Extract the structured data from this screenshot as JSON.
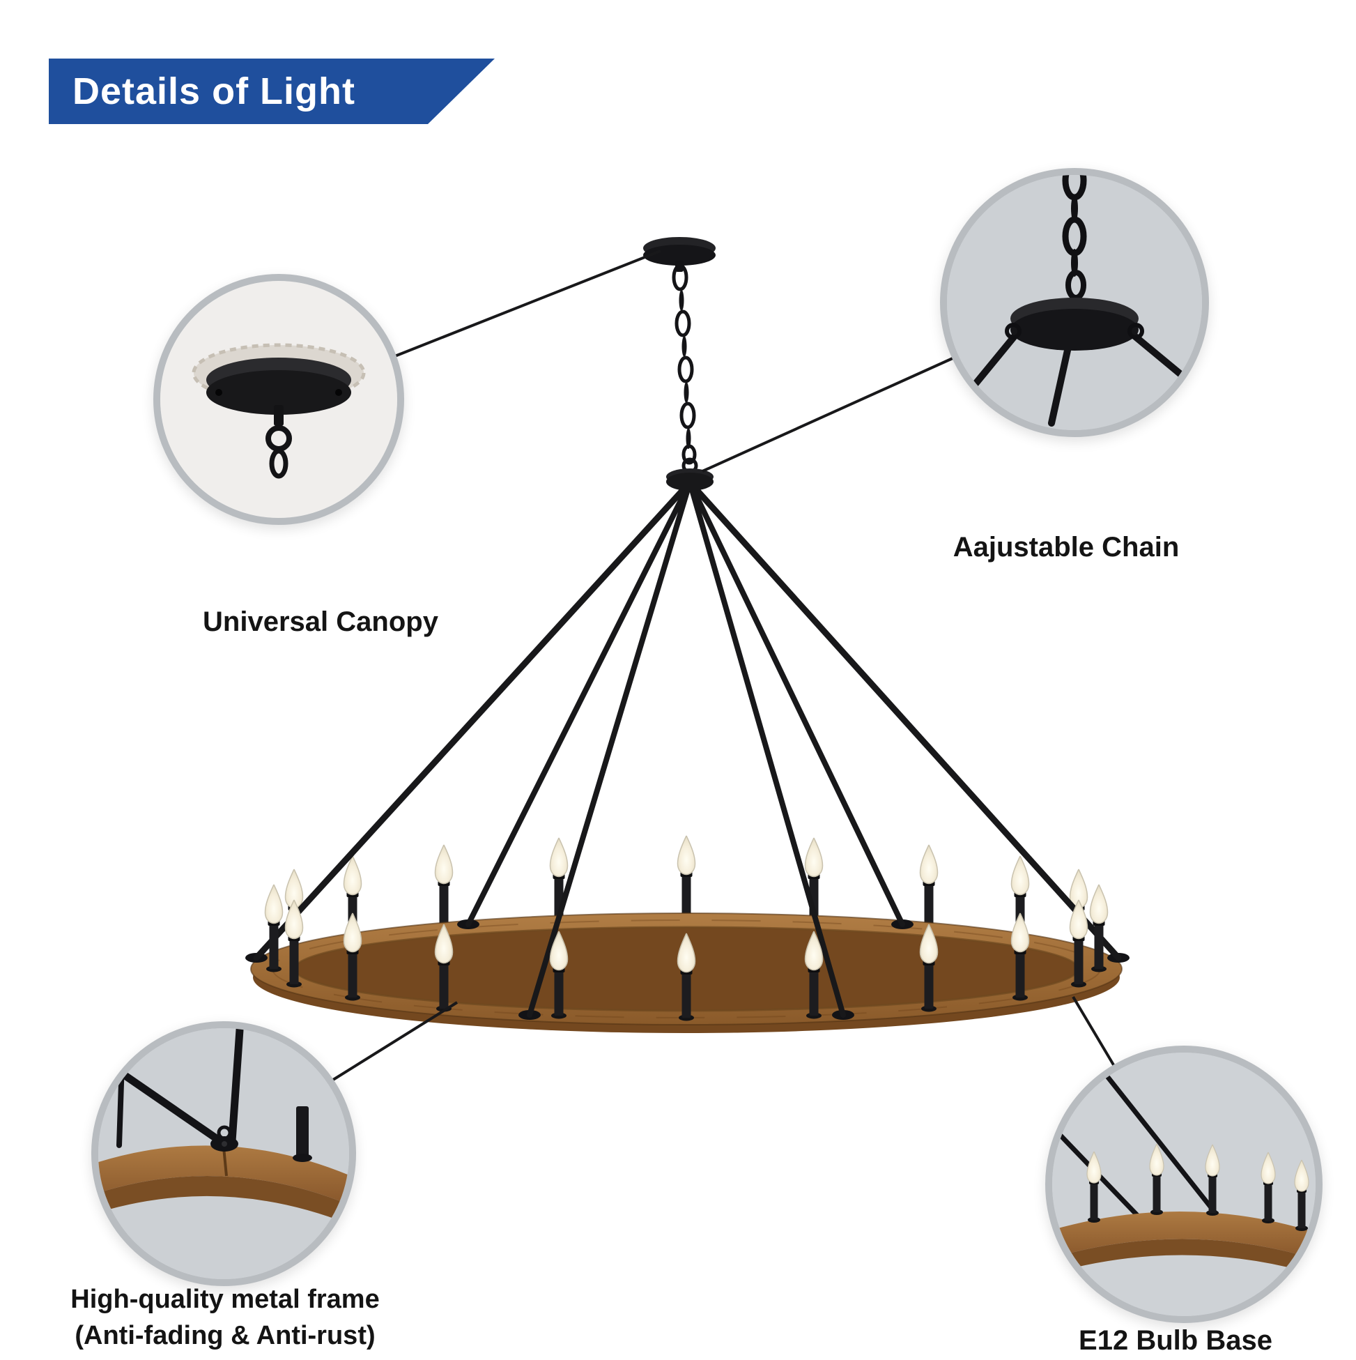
{
  "banner": {
    "title": "Details of Light"
  },
  "callouts": [
    {
      "id": "canopy",
      "label": "Universal Canopy"
    },
    {
      "id": "chain",
      "label": "Aajustable Chain"
    },
    {
      "id": "frame",
      "label": "High-quality metal frame",
      "label2": "(Anti-fading & Anti-rust)"
    },
    {
      "id": "bulb",
      "label": "E12 Bulb Base"
    }
  ],
  "colors": {
    "banner_blue": "#1f4f9d",
    "metal_black": "#18181a",
    "wood": "#9d6b36",
    "inset_border_gray": "#b8bcc0",
    "inset_bg_gray": "#ced2d6"
  }
}
